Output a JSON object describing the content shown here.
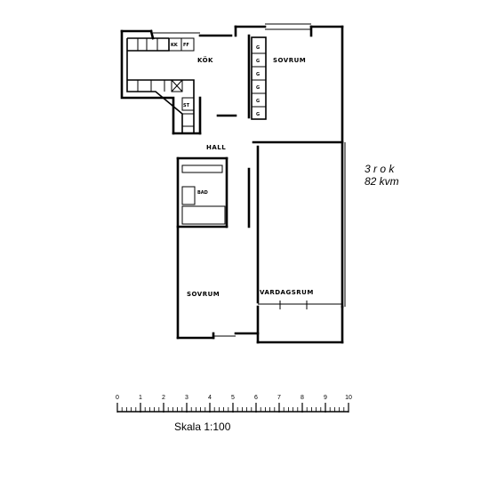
{
  "apartment": {
    "rooms_label": "3 r o k",
    "area_label": "82 kvm"
  },
  "rooms": {
    "kitchen": "KÖK",
    "bedroom_top": "SOVRUM",
    "hall": "HALL",
    "bathroom": "BAD",
    "bedroom_bottom": "SOVRUM",
    "living_room": "VARDAGSRUM"
  },
  "fixtures": {
    "fridge": "KK",
    "freezer": "FF",
    "kitchen_extra": "ST",
    "wardrobe_mark": "G"
  },
  "scale": {
    "ticks": [
      "0",
      "1",
      "2",
      "3",
      "4",
      "5",
      "6",
      "7",
      "8",
      "9",
      "10"
    ],
    "caption": "Skala 1:100"
  }
}
